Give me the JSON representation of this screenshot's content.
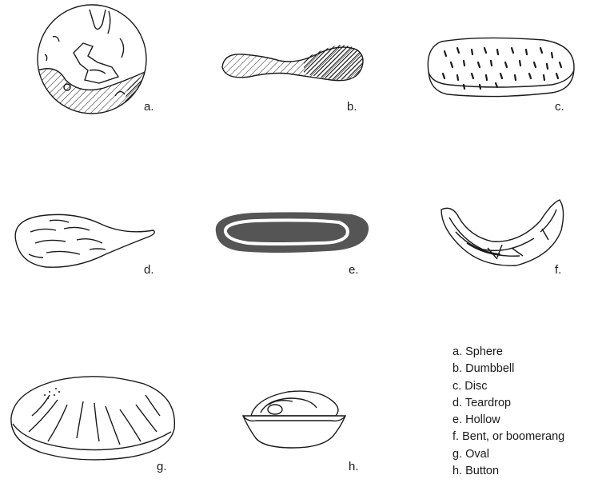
{
  "figure": {
    "shapes": [
      {
        "id": "a",
        "label": "a.",
        "name": "Sphere"
      },
      {
        "id": "b",
        "label": "b.",
        "name": "Dumbbell"
      },
      {
        "id": "c",
        "label": "c.",
        "name": "Disc"
      },
      {
        "id": "d",
        "label": "d.",
        "name": "Teardrop"
      },
      {
        "id": "e",
        "label": "e.",
        "name": "Hollow"
      },
      {
        "id": "f",
        "label": "f.",
        "name": "Bent, or boomerang"
      },
      {
        "id": "g",
        "label": "g.",
        "name": "Oval"
      },
      {
        "id": "h",
        "label": "h.",
        "name": "Button"
      }
    ],
    "legend": [
      "a. Sphere",
      "b. Dumbbell",
      "c. Disc",
      "d. Teardrop",
      "e. Hollow",
      "f. Bent, or boomerang",
      "g. Oval",
      "h. Button"
    ],
    "colors": {
      "ink": "#1a1a1a",
      "fill_dark": "#555555",
      "paper": "#ffffff"
    }
  }
}
